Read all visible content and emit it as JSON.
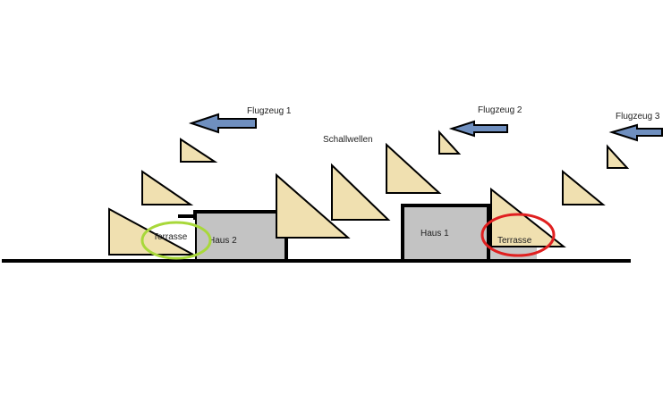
{
  "labels": {
    "plane1": "Flugzeug 1",
    "plane2": "Flugzeug 2",
    "plane3": "Flugzeug 3",
    "soundwaves": "Schallwellen",
    "house1": "Haus 1",
    "house2": "Haus 2",
    "terrace_left": "Terrasse",
    "terrace_right": "Terrasse"
  },
  "colors": {
    "wave_fill": "#f0e0b0",
    "arrow_fill": "#6f8fbf",
    "house_fill": "#c3c3c3",
    "outline": "#000000",
    "circle_left": "#a8d83a",
    "circle_right": "#e02020"
  },
  "icons": {
    "plane_arrow": "left-arrow-icon",
    "sound_wave": "triangle-icon"
  }
}
